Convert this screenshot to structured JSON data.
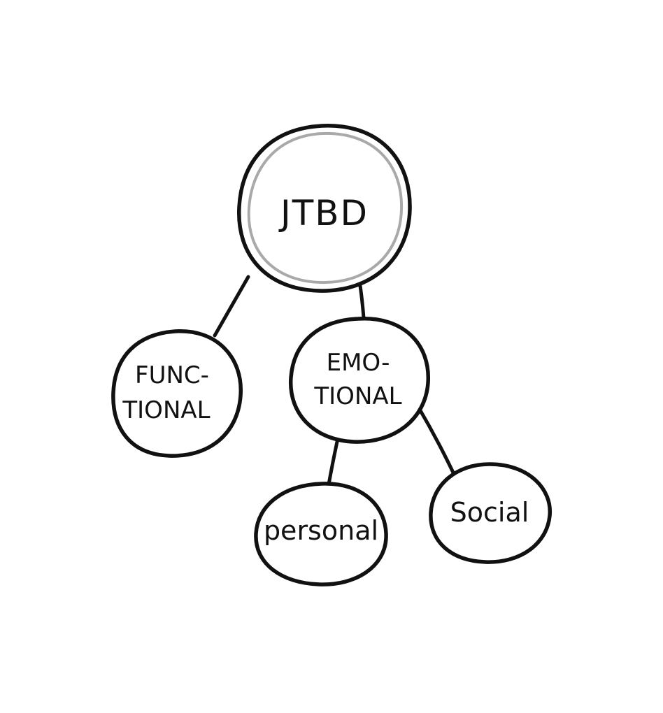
{
  "diagram": {
    "nodes": {
      "root": {
        "label": "JTBD"
      },
      "functional": {
        "line1": "FUNC-",
        "line2": "TIONAL"
      },
      "emotional": {
        "line1": "EMO-",
        "line2": "TIONAL"
      },
      "personal": {
        "label": "personal"
      },
      "social": {
        "label": "Social"
      }
    },
    "edges": [
      {
        "from": "root",
        "to": "functional"
      },
      {
        "from": "root",
        "to": "emotional"
      },
      {
        "from": "emotional",
        "to": "personal"
      },
      {
        "from": "emotional",
        "to": "social"
      }
    ],
    "colors": {
      "stroke": "#111111",
      "root_inner_ring": "#a9a9a9",
      "background": "#ffffff"
    }
  }
}
